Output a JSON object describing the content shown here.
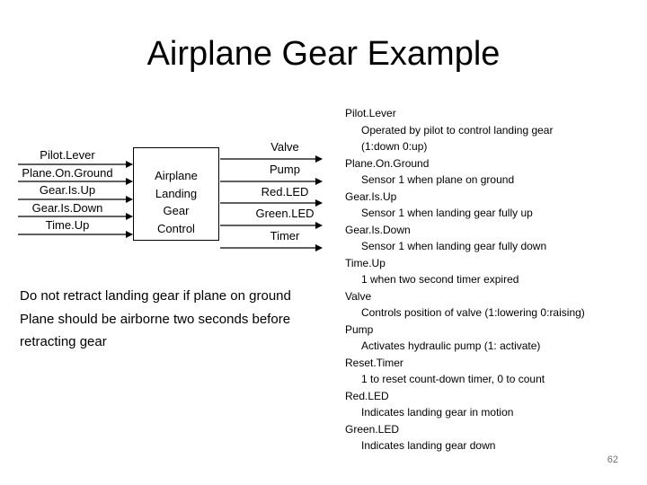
{
  "title": "Airplane Gear Example",
  "inputs": [
    "Pilot.Lever",
    "Plane.On.Ground",
    "Gear.Is.Up",
    "Gear.Is.Down",
    "Time.Up"
  ],
  "block": {
    "lines": [
      "Airplane",
      "Landing",
      "Gear",
      "Control"
    ]
  },
  "outputs": [
    "Valve",
    "Pump",
    "Red.LED",
    "Green.LED",
    "Timer"
  ],
  "requirements": [
    "Do not retract landing gear if plane on ground",
    "Plane should be airborne two seconds before retracting gear"
  ],
  "definitions": [
    {
      "name": "Pilot.Lever",
      "desc": [
        "Operated by pilot to control landing gear",
        "(1:down 0:up)"
      ]
    },
    {
      "name": "Plane.On.Ground",
      "desc": [
        "Sensor 1 when plane on ground"
      ]
    },
    {
      "name": "Gear.Is.Up",
      "desc": [
        "Sensor 1 when landing gear fully up"
      ]
    },
    {
      "name": "Gear.Is.Down",
      "desc": [
        "Sensor 1 when landing gear fully down"
      ]
    },
    {
      "name": "Time.Up",
      "desc": [
        "1 when two second timer expired"
      ]
    },
    {
      "name": "Valve",
      "desc": [
        "Controls position of valve (1:lowering 0:raising)"
      ]
    },
    {
      "name": "Pump",
      "desc": [
        "Activates hydraulic pump (1: activate)"
      ]
    },
    {
      "name": "Reset.Timer",
      "desc": [
        "1 to reset count-down timer, 0 to count"
      ]
    },
    {
      "name": "Red.LED",
      "desc": [
        "Indicates landing gear in motion"
      ]
    },
    {
      "name": "Green.LED",
      "desc": [
        "Indicates landing gear down"
      ]
    }
  ],
  "page_number": "62"
}
